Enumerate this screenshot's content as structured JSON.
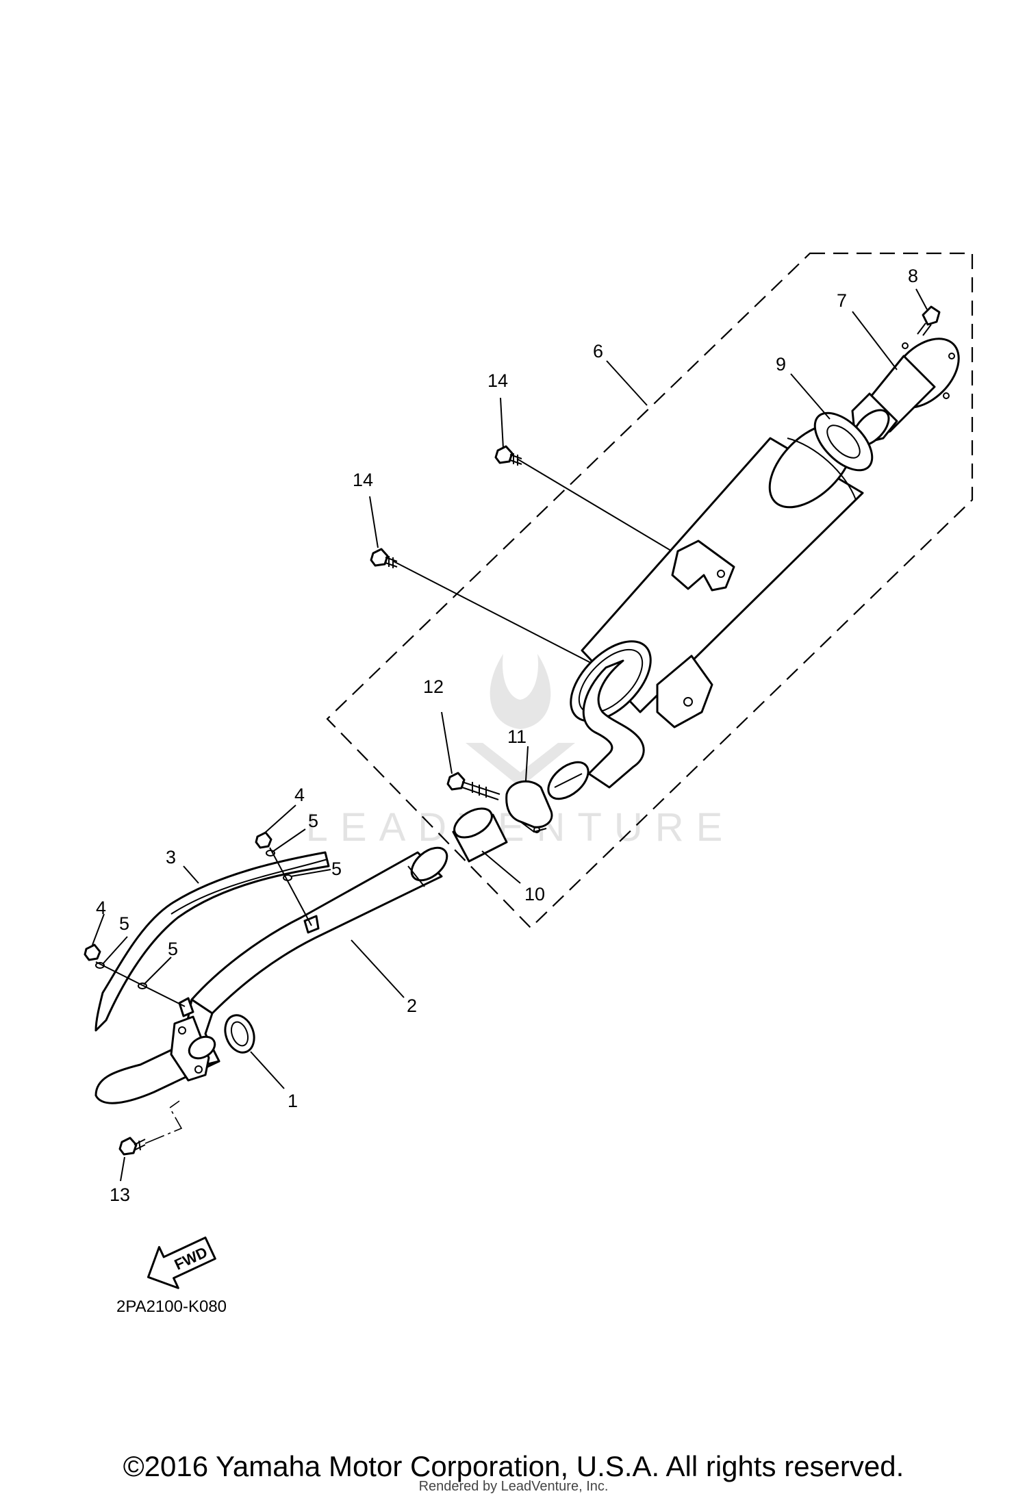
{
  "diagram": {
    "callouts": [
      {
        "id": "callout-1",
        "label": "1"
      },
      {
        "id": "callout-2",
        "label": "2"
      },
      {
        "id": "callout-3",
        "label": "3"
      },
      {
        "id": "callout-4a",
        "label": "4"
      },
      {
        "id": "callout-4b",
        "label": "4"
      },
      {
        "id": "callout-5a",
        "label": "5"
      },
      {
        "id": "callout-5b",
        "label": "5"
      },
      {
        "id": "callout-5c",
        "label": "5"
      },
      {
        "id": "callout-5d",
        "label": "5"
      },
      {
        "id": "callout-6",
        "label": "6"
      },
      {
        "id": "callout-7",
        "label": "7"
      },
      {
        "id": "callout-8",
        "label": "8"
      },
      {
        "id": "callout-9",
        "label": "9"
      },
      {
        "id": "callout-10",
        "label": "10"
      },
      {
        "id": "callout-11",
        "label": "11"
      },
      {
        "id": "callout-12",
        "label": "12"
      },
      {
        "id": "callout-13",
        "label": "13"
      },
      {
        "id": "callout-14a",
        "label": "14"
      },
      {
        "id": "callout-14b",
        "label": "14"
      }
    ],
    "fwd_label": "FWD",
    "diagram_code": "2PA2100-K080",
    "watermark_text": "LEADVENTURE"
  },
  "footer": {
    "copyright": "©2016 Yamaha Motor Corporation, U.S.A. All rights reserved.",
    "rendered_by": "Rendered by LeadVenture, Inc."
  }
}
